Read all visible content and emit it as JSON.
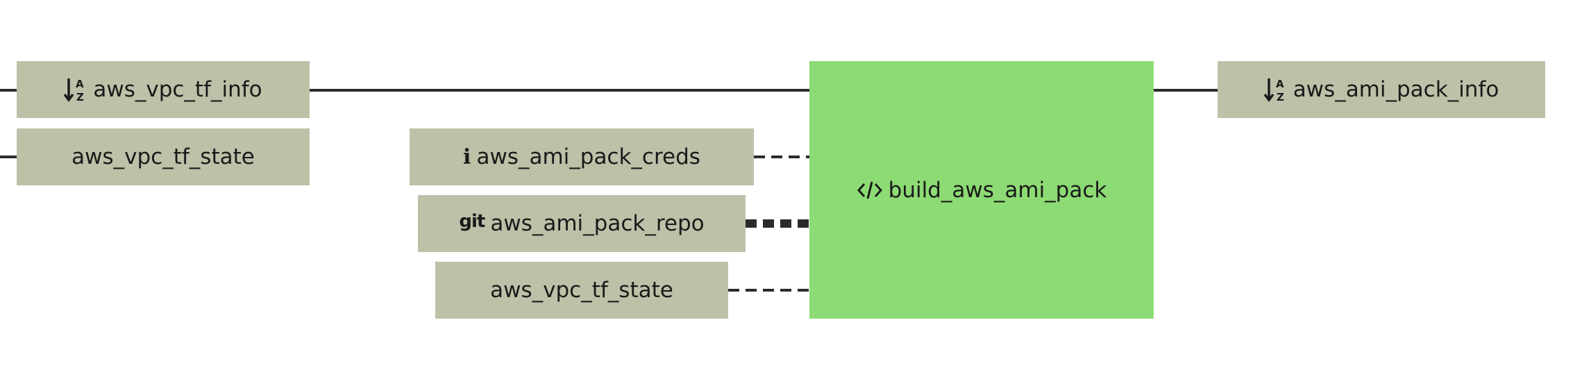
{
  "diagram": {
    "inputs_left": {
      "vpc_info_label": "aws_vpc_tf_info",
      "vpc_state_label": "aws_vpc_tf_state"
    },
    "job": {
      "label": "build_aws_ami_pack",
      "icon": "code-icon",
      "color": "#8ddb74"
    },
    "job_inputs": {
      "creds_label": "aws_ami_pack_creds",
      "creds_icon": "info-icon",
      "repo_label": "aws_ami_pack_repo",
      "repo_icon": "git-icon",
      "repo_icon_text": "git",
      "state_label": "aws_vpc_tf_state"
    },
    "output": {
      "label": "aws_ami_pack_info",
      "icon": "sort-alpha-icon"
    },
    "resource_color": "#bec0a8"
  }
}
